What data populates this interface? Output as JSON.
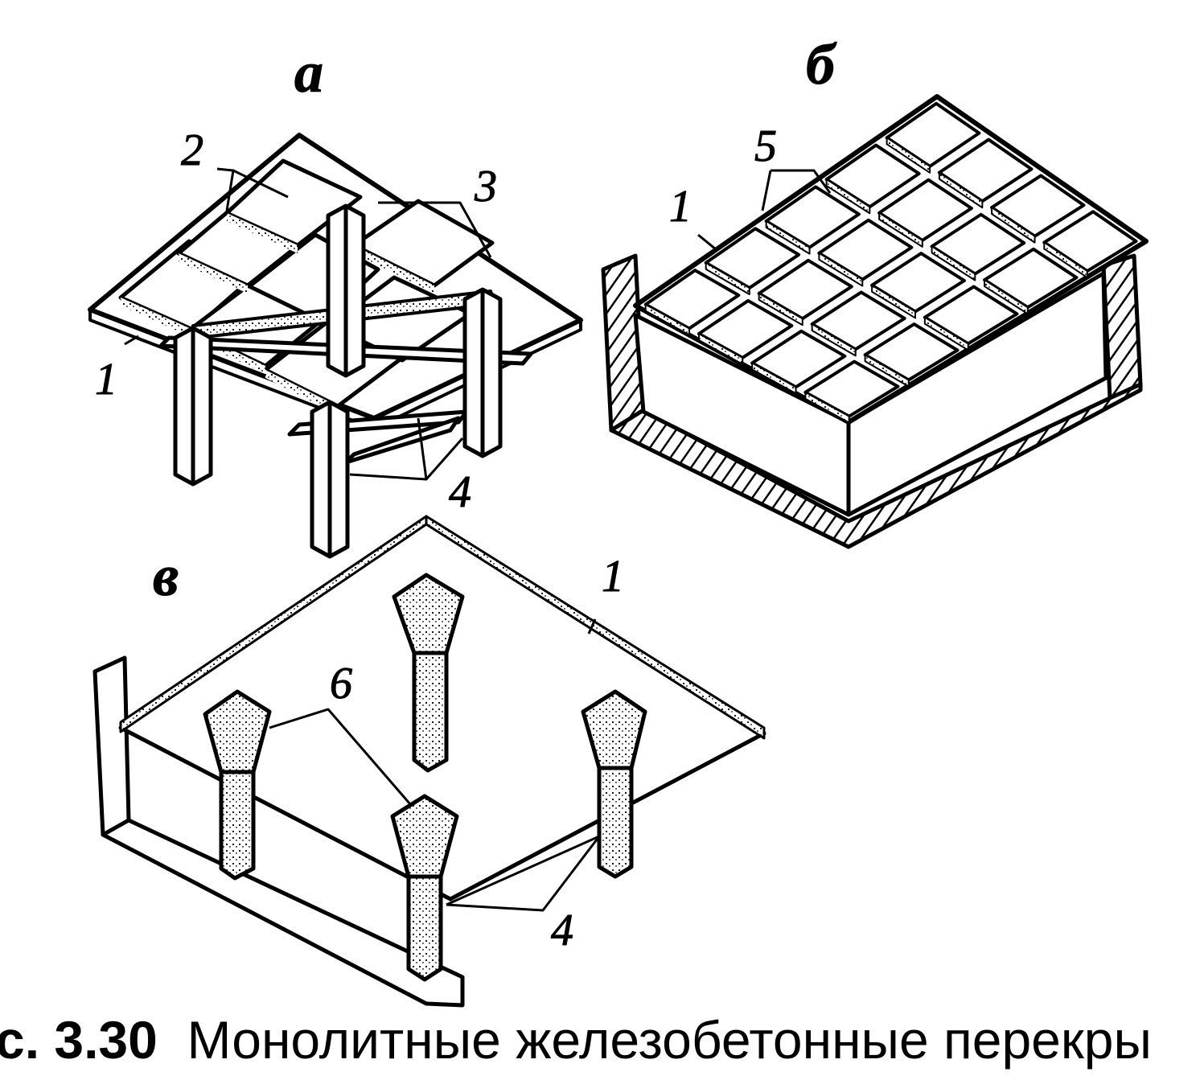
{
  "panels": {
    "a": {
      "letter": "а",
      "labels": {
        "l1": "1",
        "l2": "2",
        "l3": "3",
        "l4": "4"
      }
    },
    "b": {
      "letter": "б",
      "labels": {
        "l5": "5",
        "l1": "1"
      }
    },
    "c": {
      "letter": "в",
      "labels": {
        "l1": "1",
        "l6": "6",
        "l4": "4"
      }
    }
  },
  "caption": {
    "number": "с. 3.30",
    "text": "Монолитные железобетонные перекры"
  }
}
